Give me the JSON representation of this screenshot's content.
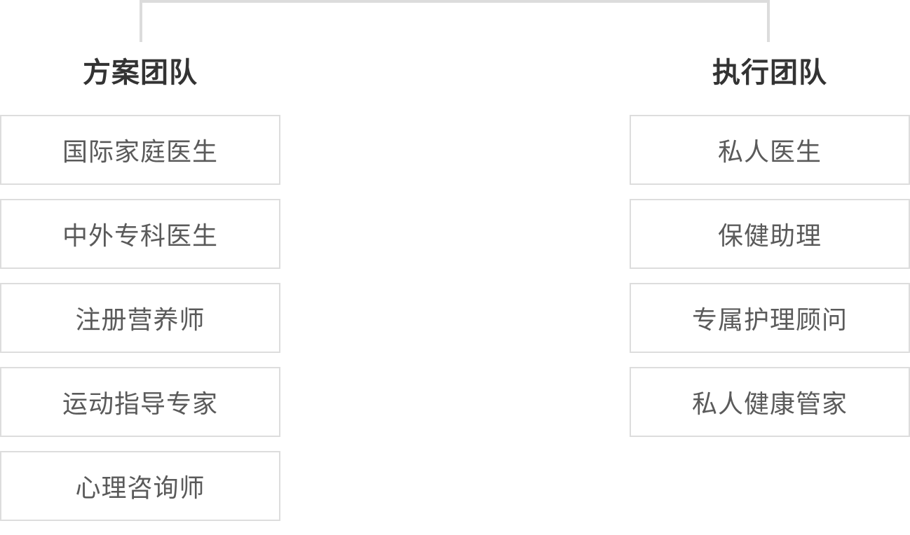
{
  "diagram": {
    "connector_color": "#dcdcdc",
    "left_team": {
      "title": "方案团队",
      "members": [
        "国际家庭医生",
        "中外专科医生",
        "注册营养师",
        "运动指导专家",
        "心理咨询师"
      ]
    },
    "right_team": {
      "title": "执行团队",
      "members": [
        "私人医生",
        "保健助理",
        "专属护理顾问",
        "私人健康管家"
      ]
    }
  }
}
